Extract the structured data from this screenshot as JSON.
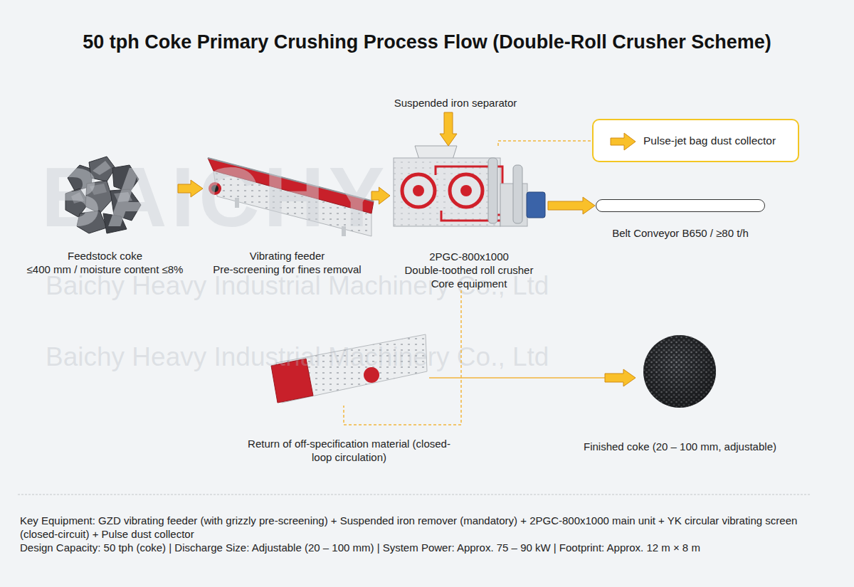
{
  "diagram": {
    "title": "50 tph Coke Primary Crushing Process Flow (Double-Roll Crusher Scheme)",
    "nodes": [
      {
        "text": [
          "Feedstock coke",
          "≤400 mm / moisture content ≤8%"
        ]
      },
      {
        "text": [
          "Vibrating feeder",
          "Pre-screening for fines removal"
        ]
      },
      {
        "text": [
          "Suspended iron separator"
        ]
      },
      {
        "text": [
          "2PGC-800x1000",
          "Double-toothed roll crusher",
          "Core equipment"
        ]
      },
      {
        "text": [
          "Pulse-jet bag dust collector"
        ]
      },
      {
        "text": [
          "Belt Conveyor B650 / ≥80 t/h"
        ]
      },
      {
        "text": [
          "Return of off-specification material (closed-loop circulation)"
        ]
      },
      {
        "text": [
          "Finished coke (20 – 100 mm, adjustable)"
        ]
      }
    ],
    "edges": [
      {
        "from": 0,
        "to": 1,
        "arrow": "to"
      },
      {
        "from": 1,
        "to": 3,
        "arrow": "to"
      },
      {
        "from": 2,
        "to": 3,
        "arrow": "to"
      },
      {
        "from": 3,
        "to": 4,
        "arrow": "none"
      },
      {
        "from": 3,
        "to": 5,
        "arrow": "to"
      },
      {
        "from": 3,
        "to": 6,
        "arrow": "none"
      },
      {
        "from": 6,
        "to": 7,
        "arrow": "to"
      }
    ],
    "labels": [
      "BAICHY",
      "Baichy Heavy Industrial Machinery Co., Ltd",
      "Baichy Heavy Industrial Machinery Co., Ltd",
      "Key Equipment: GZD vibrating feeder (with grizzly pre-screening) + Suspended iron remover (mandatory) + 2PGC-800x1000 main unit + YK circular vibrating screen (closed-circuit) + Pulse dust collector",
      "Design Capacity: 50 tph (coke) | Discharge Size: Adjustable (20 – 100 mm) | System Power: Approx. 75 – 90 kW | Footprint: Approx. 12 m × 8 m"
    ]
  }
}
